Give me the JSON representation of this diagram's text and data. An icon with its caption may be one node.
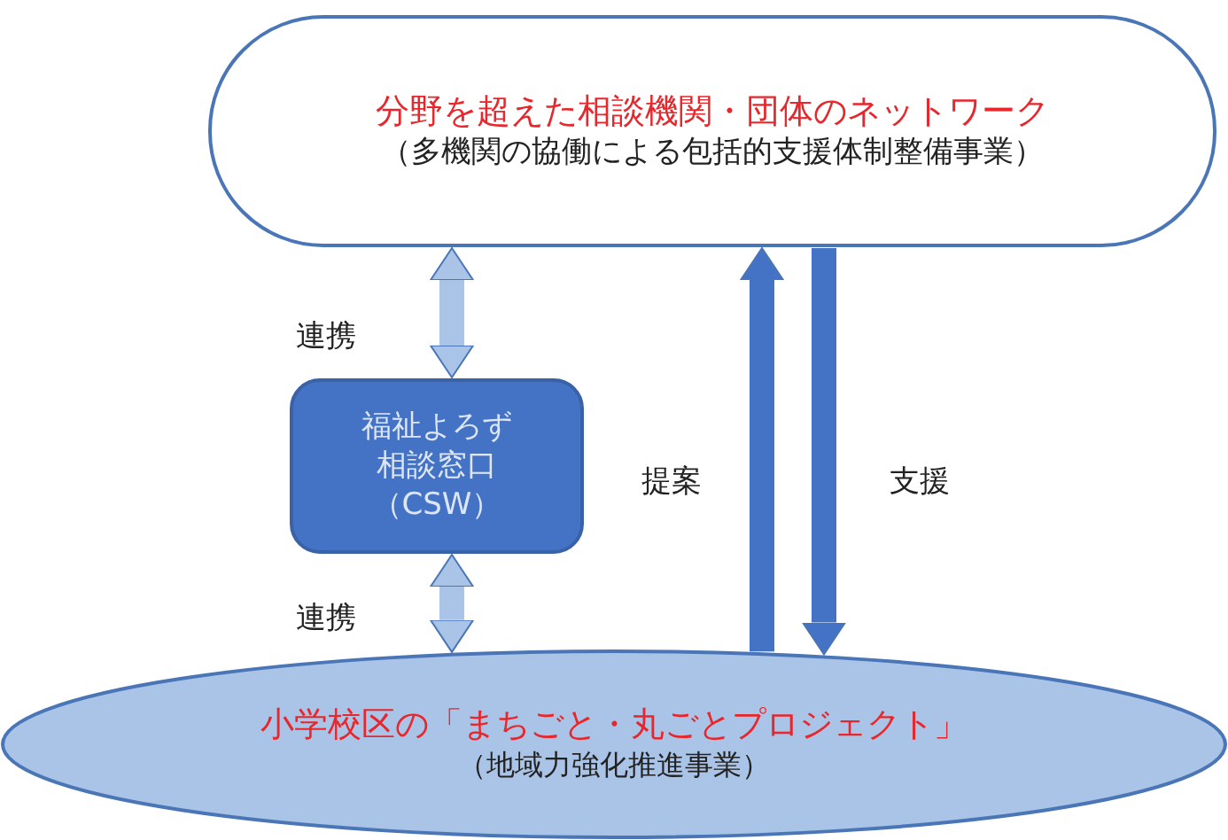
{
  "diagram": {
    "nodes": [
      {
        "text": [
          "分野を超えた相談機関・団体のネットワーク",
          "（多機関の協働による包括的支援体制整備事業）"
        ]
      },
      {
        "text": [
          "福祉よろず相談窓口（CSW）"
        ]
      },
      {
        "text": [
          "小学校区の「まちごと・丸ごとプロジェクト」",
          "（地域力強化推進事業）"
        ]
      }
    ],
    "edges": [
      {
        "from": 1,
        "to": 0,
        "arrow": "both",
        "label": "連携",
        "color": "#a9c4e6"
      },
      {
        "from": 1,
        "to": 2,
        "arrow": "both",
        "label": "連携",
        "color": "#a9c4e6"
      },
      {
        "from": 2,
        "to": 0,
        "arrow": "to",
        "label": "提案",
        "color": "#4472c4"
      },
      {
        "from": 0,
        "to": 2,
        "arrow": "to",
        "label": "支援",
        "color": "#4472c4"
      }
    ]
  }
}
